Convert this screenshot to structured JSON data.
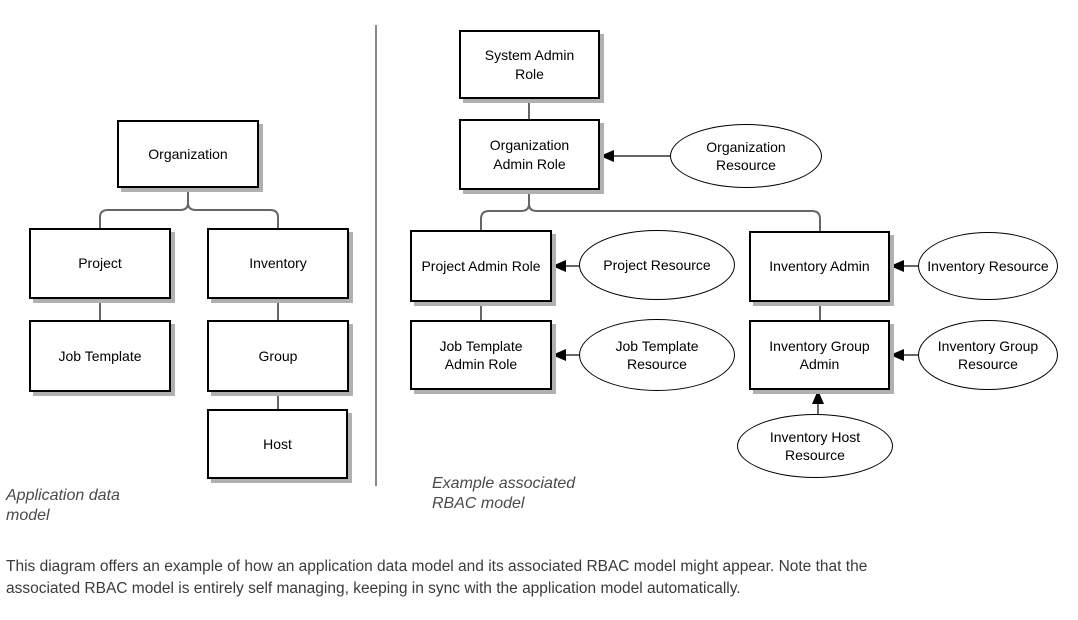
{
  "left_panel": {
    "caption_label": "Application data\nmodel",
    "nodes": {
      "organization": "Organization",
      "project": "Project",
      "inventory": "Inventory",
      "job_template": "Job Template",
      "group": "Group",
      "host": "Host"
    }
  },
  "right_panel": {
    "caption_label": "Example associated\nRBAC model",
    "role_nodes": {
      "system_admin": "System Admin\nRole",
      "organization_admin": "Organization\nAdmin Role",
      "project_admin": "Project Admin Role",
      "job_template_admin": "Job Template\nAdmin Role",
      "inventory_admin": "Inventory Admin",
      "inventory_group_admin": "Inventory Group\nAdmin"
    },
    "resource_nodes": {
      "organization": "Organization\nResource",
      "project": "Project Resource",
      "job_template": "Job Template\nResource",
      "inventory": "Inventory Resource",
      "inventory_group": "Inventory Group\nResource",
      "inventory_host": "Inventory Host\nResource"
    }
  },
  "caption": "This diagram offers an example of how an application data model and its associated RBAC model might appear. Note that the\nassociated RBAC model is entirely self managing, keeping in sync with the application model automatically.",
  "colors": {
    "box_border": "#000000",
    "box_shadow": "#b0b0b0",
    "connector": "#666666",
    "divider": "#888888",
    "arrowhead": "#000000",
    "label_text": "#4a4a4a",
    "caption_text": "#3b3b3b"
  }
}
